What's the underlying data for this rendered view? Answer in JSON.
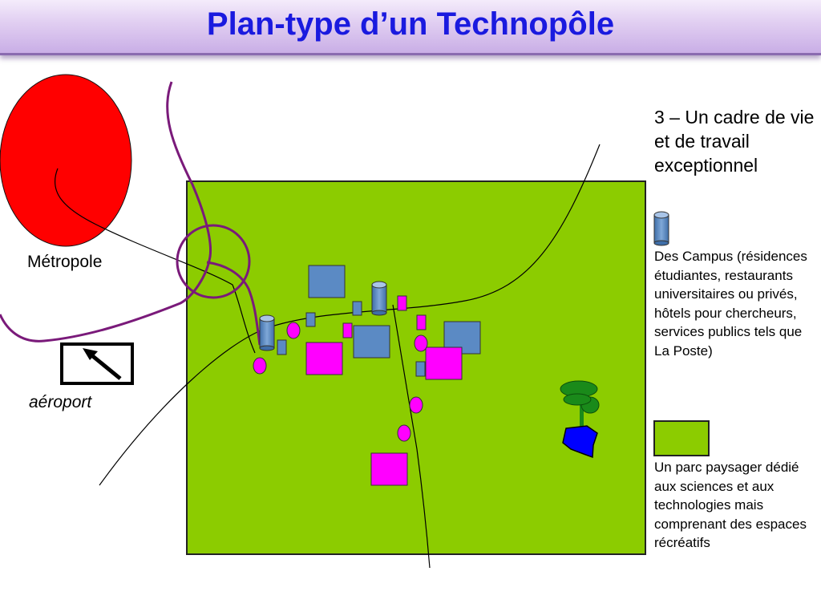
{
  "title": "Plan-type d’un Technopôle",
  "labels": {
    "metropole": "Métropole",
    "aeroport": "aéroport"
  },
  "legend": {
    "heading": "3 – Un cadre de vie et de travail exceptionnel",
    "campus": "Des Campus (résidences étudiantes, restaurants universitaires ou privés, hôtels pour chercheurs, services publics tels que La Poste)",
    "parc": "Un parc paysager dédié aux sciences et aux technologies mais comprenant des espaces récréatifs"
  },
  "colors": {
    "title_text": "#1a1adf",
    "title_bar": "#d9c6ef",
    "metropole": "#ff0000",
    "park": "#8ccc00",
    "building_blue": "#5b8ac4",
    "magenta": "#ff00ff",
    "river": "#7a1a7a",
    "lake": "#0000ff",
    "tree": "#1a8a1a"
  }
}
